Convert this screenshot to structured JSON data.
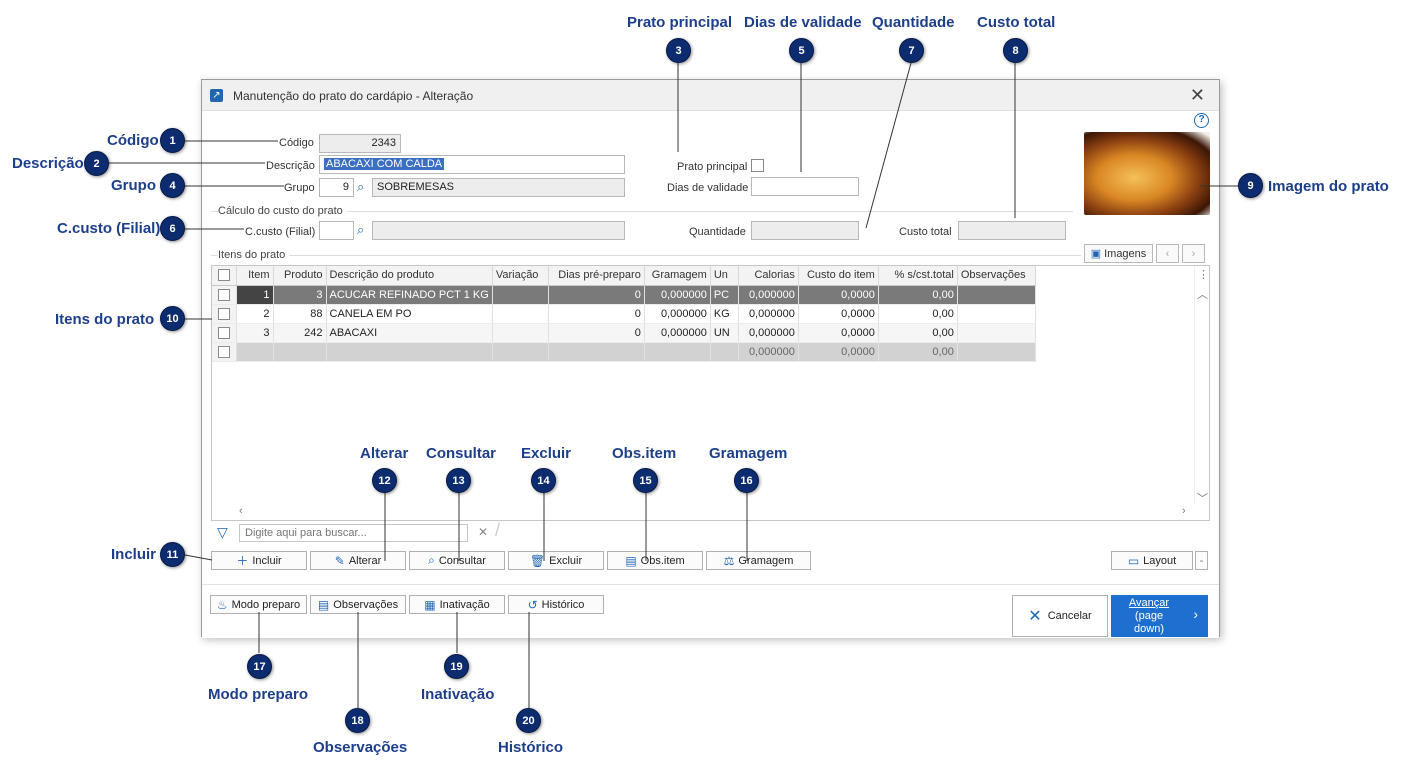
{
  "window": {
    "title": "Manutenção do prato do cardápio - Alteração",
    "close": "✕",
    "help": "?"
  },
  "form": {
    "codigo_label": "Código",
    "codigo_value": "2343",
    "descricao_label": "Descrição",
    "descricao_value": "ABACAXI COM CALDA",
    "grupo_label": "Grupo",
    "grupo_code": "9",
    "grupo_name": "SOBREMESAS",
    "prato_principal_label": "Prato principal",
    "dias_validade_label": "Dias de validade",
    "dias_validade_value": "",
    "calculo_section": "Cálculo do custo do prato",
    "ccusto_label": "C.custo (Filial)",
    "ccusto_value": "",
    "ccusto_name": "",
    "quantidade_label": "Quantidade",
    "quantidade_value": "",
    "custo_total_label": "Custo total",
    "custo_total_value": "",
    "itens_section": "Itens do prato",
    "imagens_button": "Imagens"
  },
  "grid": {
    "columns": [
      "",
      "Item",
      "Produto",
      "Descrição do produto",
      "Variação",
      "Dias pré-preparo",
      "Gramagem",
      "Un",
      "Calorias",
      "Custo do item",
      "% s/cst.total",
      "Observações"
    ],
    "rows": [
      [
        "",
        "1",
        "3",
        "ACUCAR REFINADO PCT 1 KG",
        "",
        "0",
        "0,000000",
        "PC",
        "0,000000",
        "0,0000",
        "0,00",
        ""
      ],
      [
        "",
        "2",
        "88",
        "CANELA EM PO",
        "",
        "0",
        "0,000000",
        "KG",
        "0,000000",
        "0,0000",
        "0,00",
        ""
      ],
      [
        "",
        "3",
        "242",
        "ABACAXI",
        "",
        "0",
        "0,000000",
        "UN",
        "0,000000",
        "0,0000",
        "0,00",
        ""
      ]
    ],
    "totals": [
      "",
      "",
      "",
      "",
      "",
      "",
      "",
      "",
      "0,000000",
      "0,0000",
      "0,00",
      ""
    ]
  },
  "search": {
    "placeholder": "Digite aqui para buscar..."
  },
  "actions": {
    "incluir": "Incluir",
    "alterar": "Alterar",
    "consultar": "Consultar",
    "excluir": "Excluir",
    "obs_item": "Obs.item",
    "gramagem": "Gramagem",
    "layout": "Layout"
  },
  "footer": {
    "modo_preparo": "Modo preparo",
    "observacoes": "Observações",
    "inativacao": "Inativação",
    "historico": "Histórico",
    "cancelar": "Cancelar",
    "avancar": "Avançar",
    "avancar_sub": "(page down)"
  },
  "callouts": {
    "1": "Código",
    "2": "Descrição",
    "3": "Prato principal",
    "4": "Grupo",
    "5": "Dias de validade",
    "6": "C.custo (Filial)",
    "7": "Quantidade",
    "8": "Custo total",
    "9": "Imagem do prato",
    "10": "Itens do prato",
    "11": "Incluir",
    "12": "Alterar",
    "13": "Consultar",
    "14": "Excluir",
    "15": "Obs.item",
    "16": "Gramagem",
    "17": "Modo preparo",
    "18": "Observações",
    "19": "Inativação",
    "20": "Histórico"
  },
  "colors": {
    "callout_badge": "#0d2c6f",
    "callout_text": "#1d3f8a",
    "accent": "#1f67b4",
    "primary_button": "#1f6fd1"
  }
}
